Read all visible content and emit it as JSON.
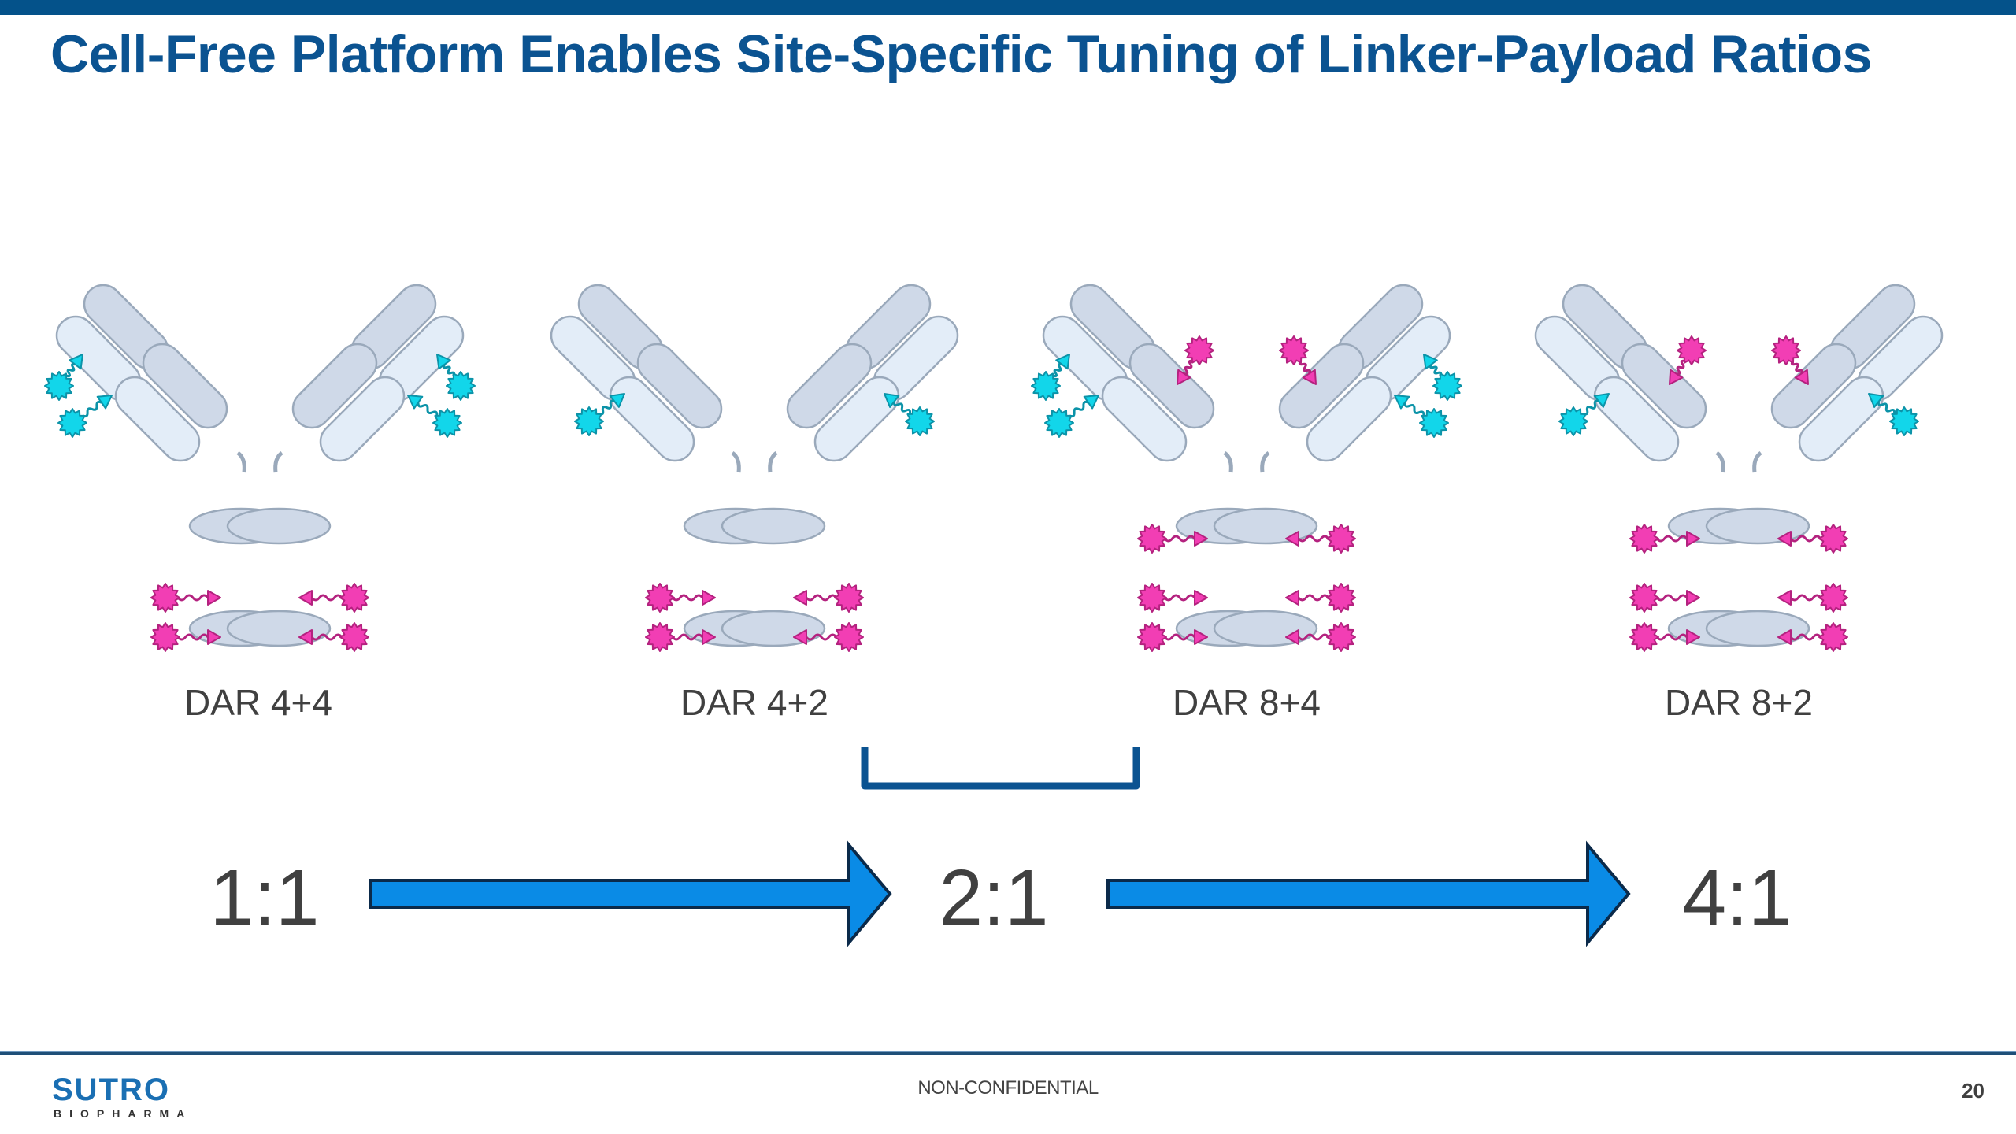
{
  "slide": {
    "title": "Cell-Free Platform Enables Site-Specific Tuning of Linker-Payload Ratios",
    "footer_label": "NON-CONFIDENTIAL",
    "page_number": "20",
    "logo": {
      "main": "SUTRO",
      "sub": "BIOPHARMA"
    }
  },
  "colors": {
    "brand_blue": "#0b5391",
    "arrow_fill": "#0a8be6",
    "heavy_chain": "#cfd9e8",
    "light_chain": "#e3edf8",
    "chain_stroke": "#9aa9bb",
    "payload_cyan": "#12d6ea",
    "payload_magenta": "#f23eb4"
  },
  "antibodies": [
    {
      "label": "DAR 4+4",
      "cyan_payloads": 4,
      "magenta_payloads": 4
    },
    {
      "label": "DAR 4+2",
      "cyan_payloads": 2,
      "magenta_payloads": 4
    },
    {
      "label": "DAR 8+4",
      "cyan_payloads": 4,
      "magenta_payloads": 8
    },
    {
      "label": "DAR 8+2",
      "cyan_payloads": 2,
      "magenta_payloads": 8
    }
  ],
  "ratios": [
    "1:1",
    "2:1",
    "4:1"
  ]
}
